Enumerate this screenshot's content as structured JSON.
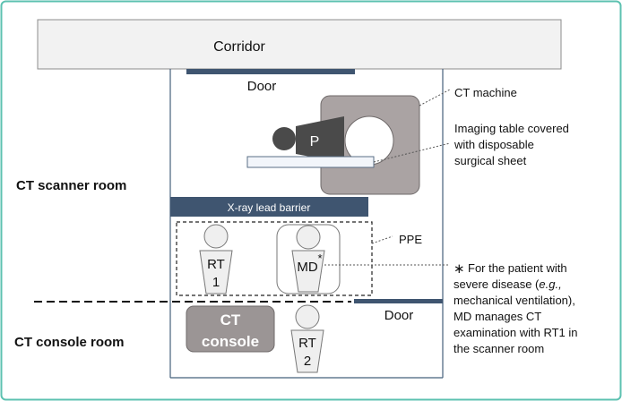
{
  "diagram": {
    "corridor": "Corridor",
    "door_top": "Door",
    "door_bottom": "Door",
    "scanner_room": "CT scanner room",
    "console_room": "CT console room",
    "barrier": "X-ray lead barrier",
    "patient": "P",
    "ct_machine": "CT machine",
    "table_note": [
      "Imaging table covered",
      "with disposable",
      "surgical sheet"
    ],
    "ppe": "PPE",
    "rt1": [
      "RT",
      "1"
    ],
    "md": "MD",
    "md_mark": "*",
    "rt2": [
      "RT",
      "2"
    ],
    "console": [
      "CT",
      "console"
    ],
    "footnote_mark": "∗",
    "footnote": [
      "For the patient with",
      "severe disease (",
      "e.g.,",
      "mechanical ventilation),",
      "MD manages CT",
      "examination with RT1 in",
      "the scanner room"
    ],
    "colors": {
      "border": "#5cc1b0",
      "barrier": "#3f5570",
      "machine": "#aaa3a3",
      "console": "#9b9595",
      "person": "#efefef"
    }
  }
}
